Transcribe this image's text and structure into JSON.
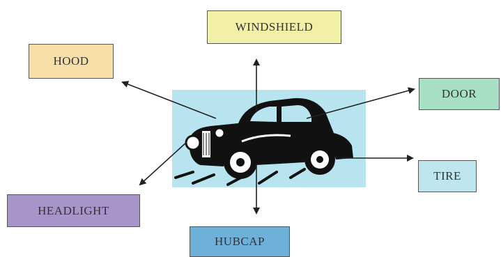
{
  "labels": {
    "windshield": "WINDSHIELD",
    "hood": "HOOD",
    "door": "DOOR",
    "tire": "TIRE",
    "headlight": "HEADLIGHT",
    "hubcap": "HUBCAP"
  },
  "colors": {
    "windshield": "#f2f0a6",
    "hood": "#f6dfa8",
    "door": "#a8e0c5",
    "tire": "#bfe6ef",
    "headlight": "#a795c9",
    "hubcap": "#6fb0d8",
    "car_panel": "#b8e4ef",
    "arrow": "#222222"
  },
  "icons": {
    "car": "vintage-car-icon"
  }
}
